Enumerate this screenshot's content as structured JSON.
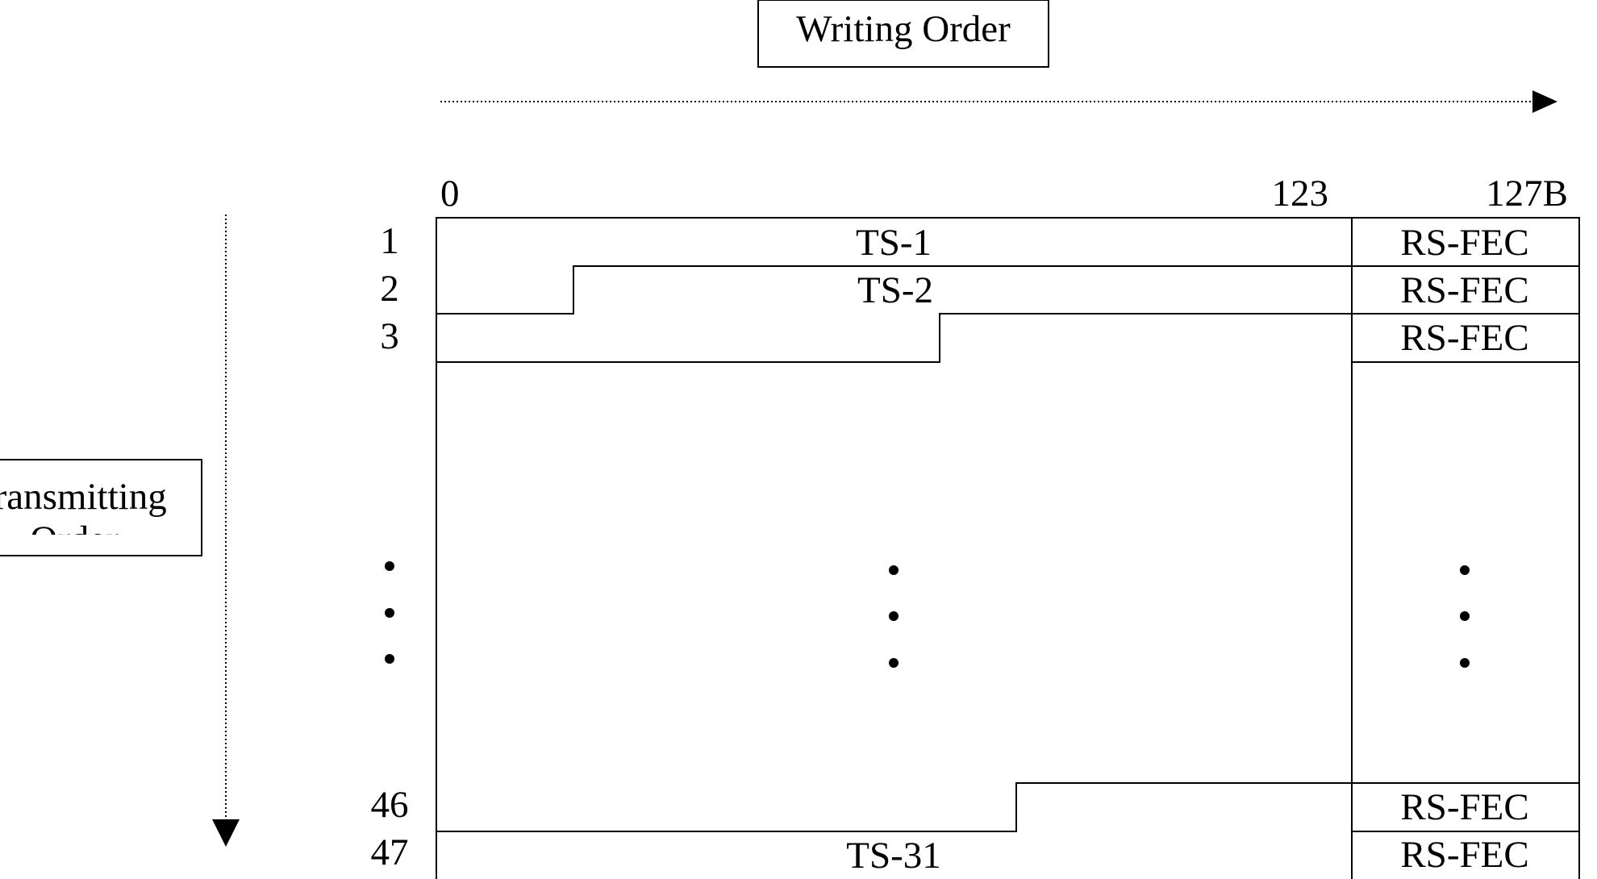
{
  "writing_order_label": "Writing Order",
  "transmitting_order_label": "Transmitting Order",
  "column_markers": {
    "start": "0",
    "data_end": "123",
    "end": "127B"
  },
  "row_numbers": {
    "r1": "1",
    "r2": "2",
    "r3": "3",
    "r46": "46",
    "r47": "47"
  },
  "packets": {
    "ts1": "TS-1",
    "ts2": "TS-2",
    "ts31": "TS-31"
  },
  "fec_label": "RS-FEC",
  "colors": {
    "line": "#000000",
    "background": "#ffffff"
  }
}
